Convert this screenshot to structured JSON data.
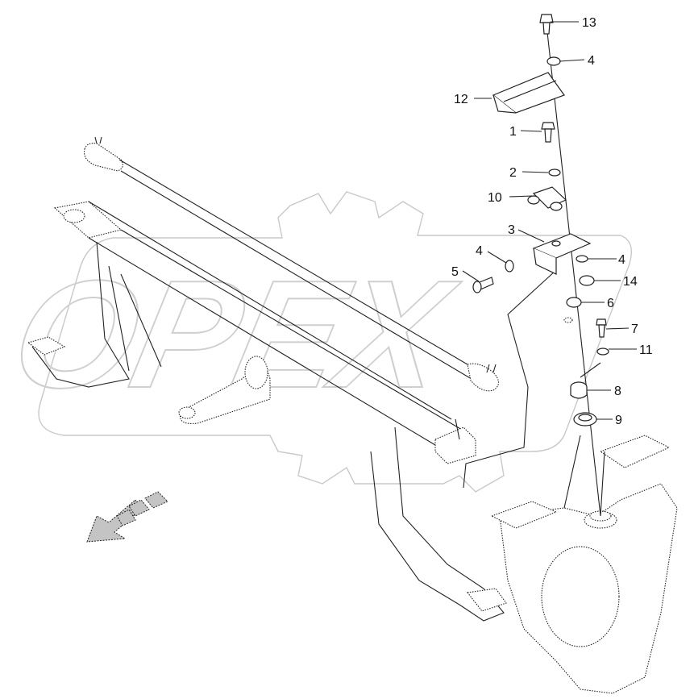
{
  "watermark": {
    "text": "OPEX"
  },
  "callouts": [
    {
      "id": "13",
      "label": "13"
    },
    {
      "id": "4a",
      "label": "4"
    },
    {
      "id": "12",
      "label": "12"
    },
    {
      "id": "1",
      "label": "1"
    },
    {
      "id": "2",
      "label": "2"
    },
    {
      "id": "10",
      "label": "10"
    },
    {
      "id": "3",
      "label": "3"
    },
    {
      "id": "4b",
      "label": "4"
    },
    {
      "id": "4c",
      "label": "4"
    },
    {
      "id": "5",
      "label": "5"
    },
    {
      "id": "14",
      "label": "14"
    },
    {
      "id": "6",
      "label": "6"
    },
    {
      "id": "7",
      "label": "7"
    },
    {
      "id": "11",
      "label": "11"
    },
    {
      "id": "8",
      "label": "8"
    },
    {
      "id": "9",
      "label": "9"
    }
  ],
  "colors": {
    "line": "#222222",
    "watermark": "#c9c9c9",
    "arrow_fill": "#bdbdbd"
  },
  "icons": {
    "direction_arrow": "forward-direction-arrow-icon"
  }
}
